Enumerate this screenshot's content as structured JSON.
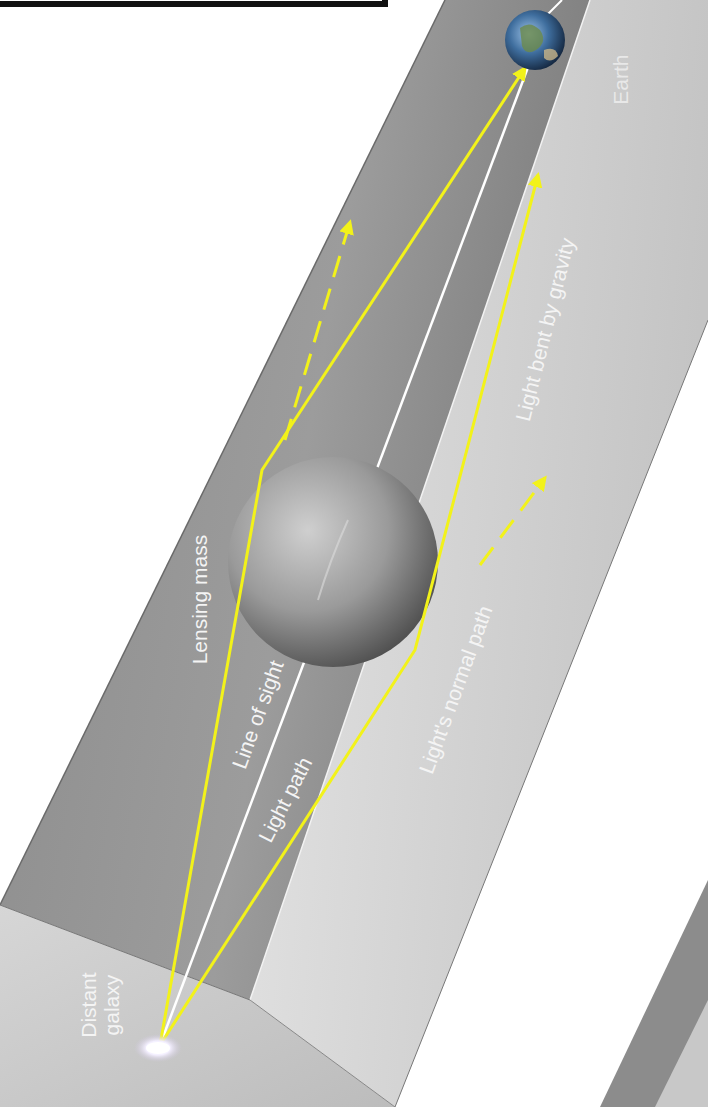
{
  "diagram": {
    "labels": [
      "Distant galaxy",
      "Lensing mass",
      "Line of sight",
      "Light path",
      "Light's normal path",
      "Light bent by gravity",
      "Earth"
    ]
  }
}
